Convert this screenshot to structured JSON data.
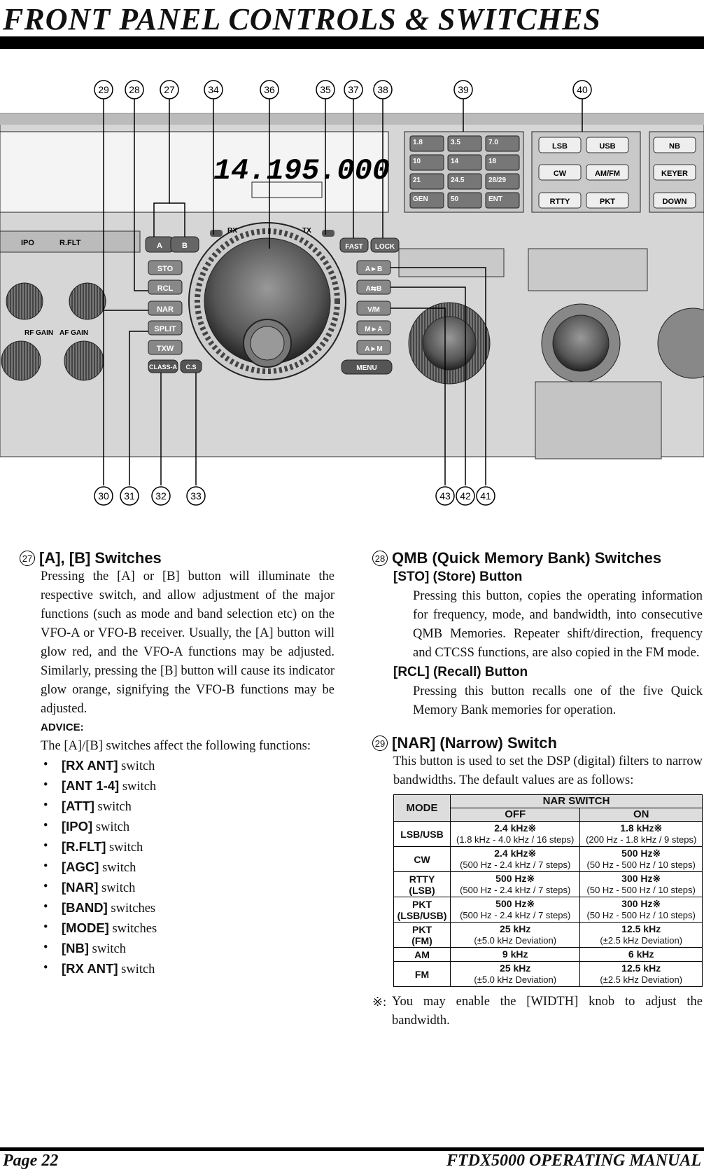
{
  "header": {
    "title": "FRONT PANEL CONTROLS & SWITCHES"
  },
  "figure": {
    "callouts_top": [
      "29",
      "28",
      "27",
      "34",
      "36",
      "35",
      "37",
      "38",
      "39",
      "40"
    ],
    "callouts_bottom": [
      "30",
      "31",
      "32",
      "33",
      "43",
      "42",
      "41"
    ],
    "display_freq": "14.195.000",
    "panel_labels": {
      "a": "A",
      "b": "B",
      "fast": "FAST",
      "lock": "LOCK",
      "sto": "STO",
      "rcl": "RCL",
      "nar": "NAR",
      "split": "SPLIT",
      "txw": "TXW",
      "class_a": "CLASS-A",
      "cs": "C.S",
      "menu": "MENU",
      "ab": "A►B",
      "swap": "A⇆B",
      "vm": "V/M",
      "ma": "M►A",
      "am": "A►M",
      "lsb": "LSB",
      "usb": "USB",
      "cw": "CW",
      "amfm": "AM/FM",
      "rtty": "RTTY",
      "pkt": "PKT",
      "nb": "NB",
      "keyer": "KEYER",
      "down": "DOWN",
      "band_keys": [
        "1.8",
        "3.5",
        "7.0",
        "10",
        "14",
        "18",
        "21",
        "24.5",
        "28/29",
        "GEN",
        "50",
        "ENT"
      ],
      "ipo": "IPO",
      "rflt": "R.FLT",
      "rfgain": "RF GAIN",
      "afgain": "AF GAIN",
      "rx": "RX",
      "tx": "TX"
    }
  },
  "left": {
    "num": "27",
    "heading": "[A], [B] Switches",
    "para": "Pressing the [A] or [B] button will illuminate the respective switch, and allow adjustment of the major functions (such as mode and band selection etc) on the VFO-A or VFO-B receiver. Usually, the [A] button will glow red, and the VFO-A functions may be adjusted. Similarly, pressing the [B] button will cause its indicator glow orange, signifying the VFO-B functions may be adjusted.",
    "advice": "ADVICE:",
    "advice_intro": "The [A]/[B] switches affect the following functions:",
    "bullets": [
      {
        "key": "RX ANT",
        "rest": " switch"
      },
      {
        "key": "ANT 1-4",
        "rest": " switch"
      },
      {
        "key": "ATT",
        "rest": " switch"
      },
      {
        "key": "IPO",
        "rest": " switch"
      },
      {
        "key": "R.FLT",
        "rest": " switch"
      },
      {
        "key": "AGC",
        "rest": " switch"
      },
      {
        "key": "NAR",
        "rest": " switch"
      },
      {
        "key": "BAND",
        "rest": " switches"
      },
      {
        "key": "MODE",
        "rest": " switches"
      },
      {
        "key": "NB",
        "rest": " switch"
      },
      {
        "key": "RX ANT",
        "rest": " switch"
      }
    ]
  },
  "right": {
    "qmb": {
      "num": "28",
      "heading": "QMB (Quick Memory Bank) Switches",
      "sto_title": "[STO] (Store) Button",
      "sto_text": "Pressing this button, copies the operating information for frequency, mode, and bandwidth, into consecutive QMB Memories. Repeater shift/direction, frequency and CTCSS functions, are also copied in the FM mode.",
      "rcl_title": "[RCL] (Recall) Button",
      "rcl_text": "Pressing this button recalls one of the five Quick Memory Bank memories for operation."
    },
    "nar": {
      "num": "29",
      "heading": "[NAR] (Narrow) Switch",
      "text": "This button is used to set the DSP (digital) filters to narrow bandwidths. The default values are as follows:",
      "table": {
        "mode_header": "MODE",
        "group_header": "NAR SWITCH",
        "off_header": "OFF",
        "on_header": "ON",
        "rows": [
          {
            "mode": "LSB/USB",
            "off": "2.4 kHz※",
            "off_sub": "(1.8 kHz - 4.0 kHz / 16 steps)",
            "on": "1.8 kHz※",
            "on_sub": "(200 Hz - 1.8 kHz / 9 steps)"
          },
          {
            "mode": "CW",
            "off": "2.4 kHz※",
            "off_sub": "(500 Hz - 2.4 kHz / 7 steps)",
            "on": "500 Hz※",
            "on_sub": "(50 Hz - 500 Hz / 10 steps)"
          },
          {
            "mode": "RTTY\n(LSB)",
            "off": "500 Hz※",
            "off_sub": "(500 Hz - 2.4 kHz / 7 steps)",
            "on": "300 Hz※",
            "on_sub": "(50 Hz - 500 Hz / 10 steps)"
          },
          {
            "mode": "PKT\n(LSB/USB)",
            "off": "500 Hz※",
            "off_sub": "(500 Hz - 2.4 kHz / 7 steps)",
            "on": "300 Hz※",
            "on_sub": "(50 Hz - 500 Hz / 10 steps)"
          },
          {
            "mode": "PKT\n(FM)",
            "off": "25 kHz",
            "off_sub": "(±5.0 kHz Deviation)",
            "on": "12.5 kHz",
            "on_sub": "(±2.5 kHz Deviation)"
          },
          {
            "mode": "AM",
            "off": "9 kHz",
            "off_sub": "",
            "on": "6 kHz",
            "on_sub": ""
          },
          {
            "mode": "FM",
            "off": "25 kHz",
            "off_sub": "(±5.0 kHz Deviation)",
            "on": "12.5 kHz",
            "on_sub": "(±2.5 kHz Deviation)"
          }
        ]
      },
      "note_mark": "※:",
      "note": "You may enable the [WIDTH] knob to adjust the bandwidth."
    }
  },
  "footer": {
    "page": "Page 22",
    "manual": "FTDX5000 OPERATING MANUAL"
  }
}
